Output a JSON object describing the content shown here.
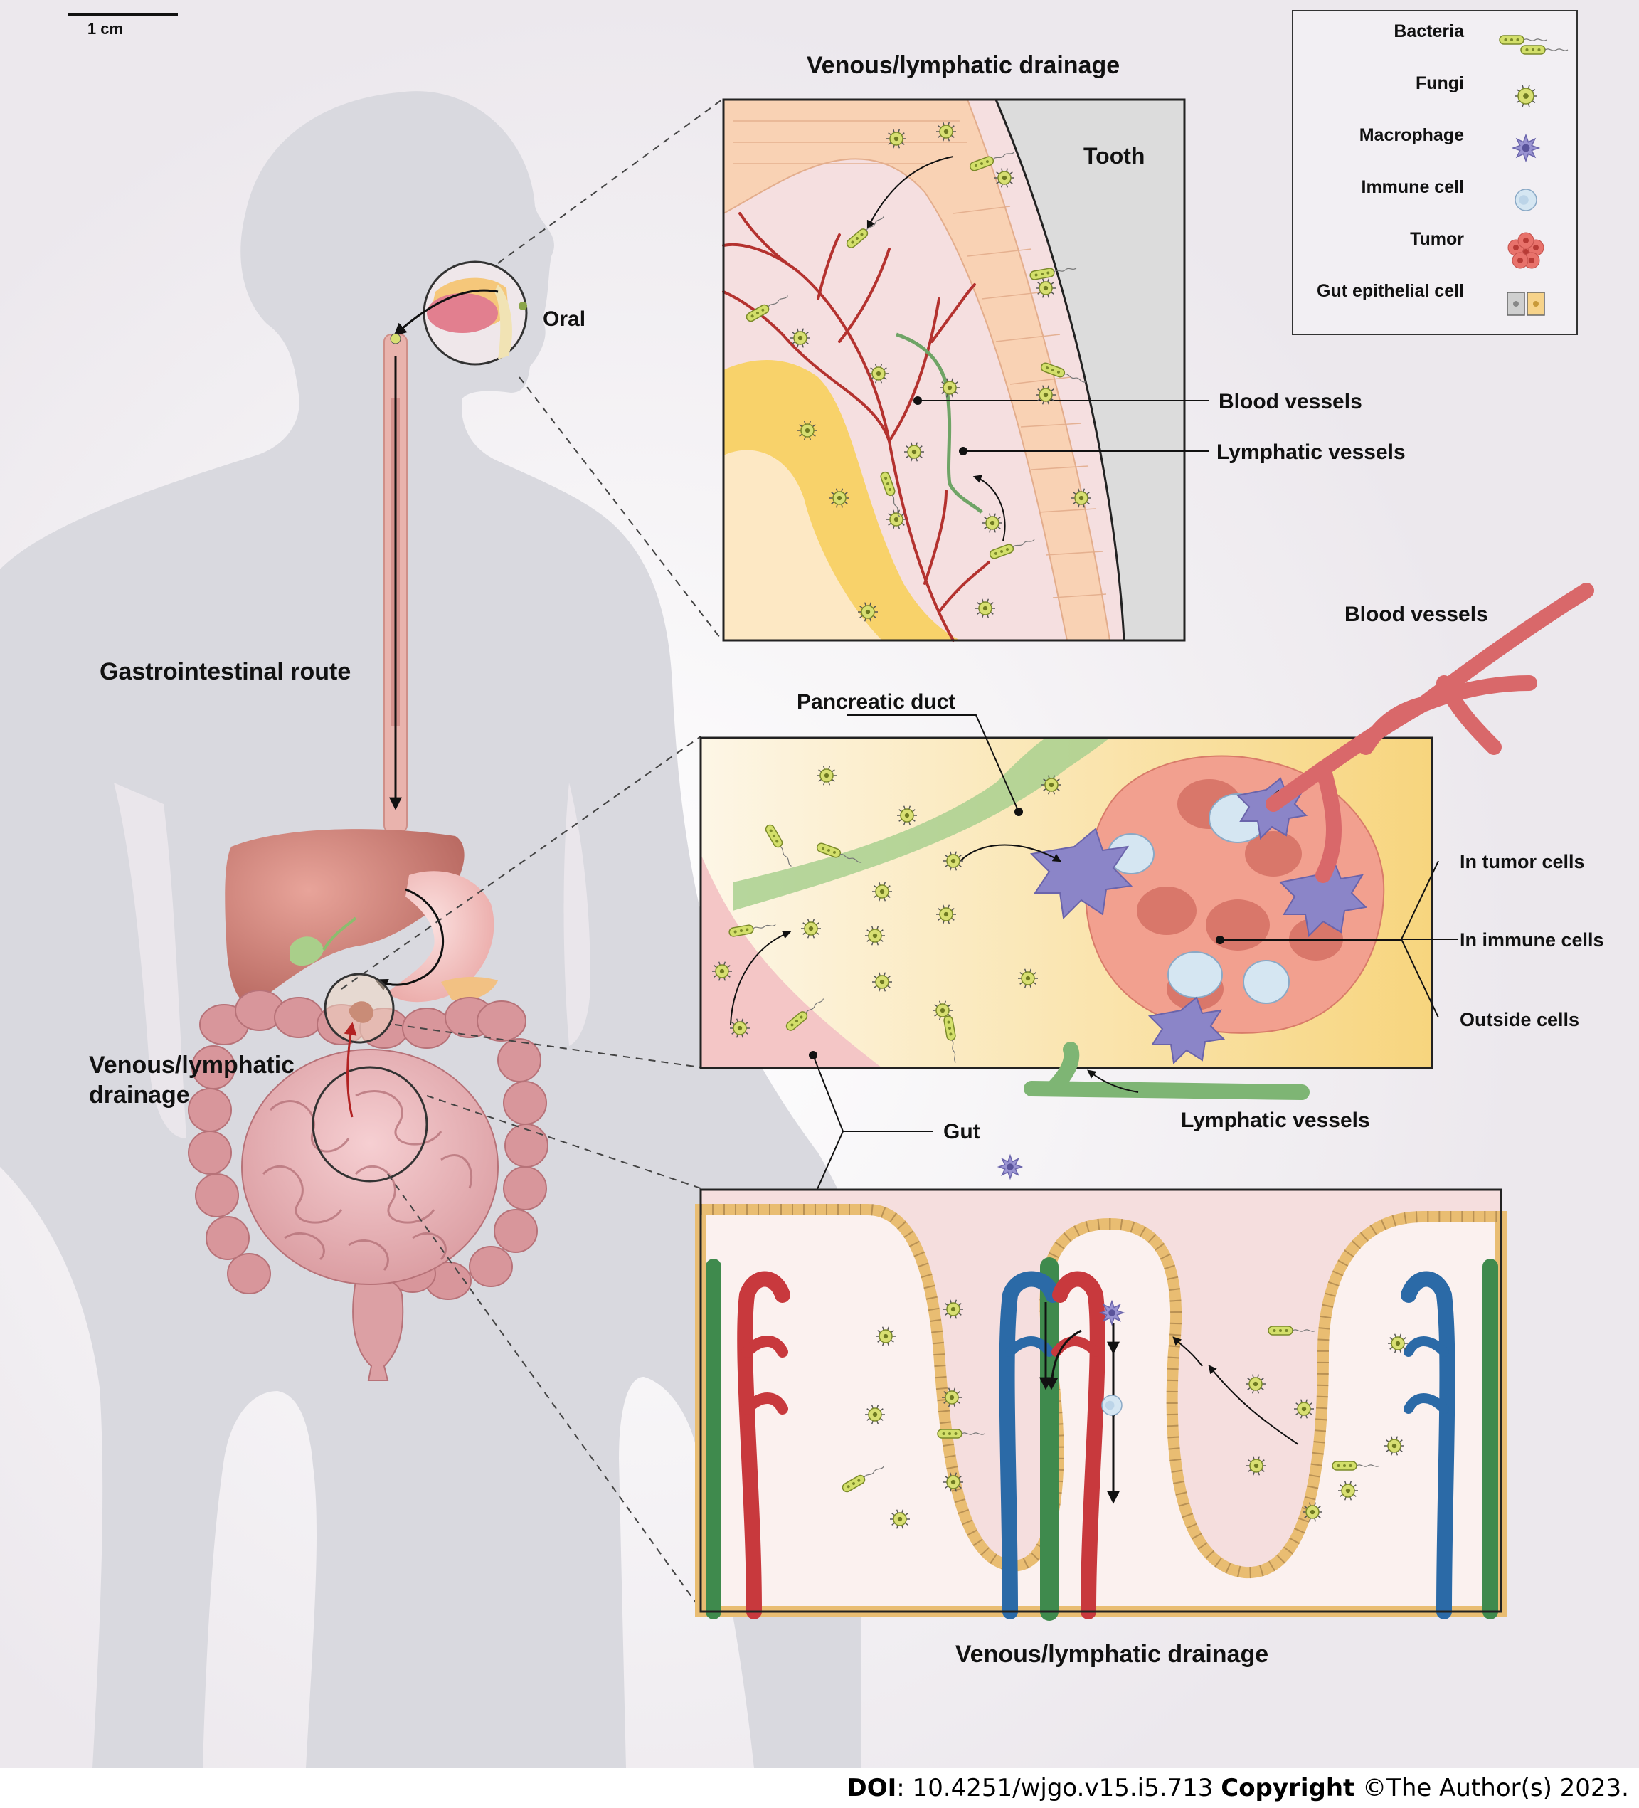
{
  "scale_bar": {
    "label": "1 cm"
  },
  "titles": {
    "oral_inset": "Venous/lymphatic drainage",
    "gut_inset": "Venous/lymphatic drainage"
  },
  "body_labels": {
    "oral": "Oral",
    "gi_route": "Gastrointestinal route",
    "drainage_line1": "Venous/lymphatic",
    "drainage_line2": "drainage",
    "gut": "Gut"
  },
  "oral_inset": {
    "tooth": "Tooth",
    "blood_vessels": "Blood vessels",
    "lymphatic_vessels": "Lymphatic vessels"
  },
  "pancreas_inset": {
    "pancreatic_duct": "Pancreatic duct",
    "blood_vessels": "Blood vessels",
    "lymphatic_vessels": "Lymphatic vessels",
    "in_tumor_cells": "In tumor cells",
    "in_immune_cells": "In immune cells",
    "outside_cells": "Outside cells"
  },
  "legend": {
    "items": [
      {
        "label": "Bacteria",
        "icon": "bacteria-icon"
      },
      {
        "label": "Fungi",
        "icon": "fungi-icon"
      },
      {
        "label": "Macrophage",
        "icon": "macrophage-icon"
      },
      {
        "label": "Immune cell",
        "icon": "immune-cell-icon"
      },
      {
        "label": "Tumor",
        "icon": "tumor-icon"
      },
      {
        "label": "Gut epithelial cell",
        "icon": "gut-epithelial-cell-icon"
      }
    ]
  },
  "footer": {
    "doi_label": "DOI",
    "doi_value": ": 10.4251/wjgo.v15.i5.713 ",
    "copyright_label": "Copyright",
    "copyright_value": " ©The Author(s) 2023."
  },
  "colors": {
    "background": "#ede9ee",
    "silhouette": "#d9d9df",
    "blood": "#c0393b",
    "lymph": "#6fa466",
    "vein": "#2b6aa7",
    "epithelium": "#f7d9a0",
    "fungi": "#c8d23a",
    "macrophage": "#8b85c8",
    "tumor": "#e4877a"
  }
}
